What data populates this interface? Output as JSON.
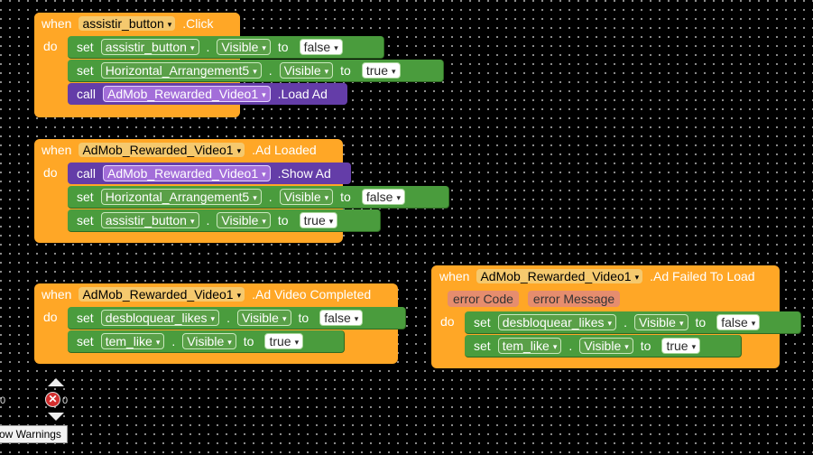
{
  "colors": {
    "event": "#ffa726",
    "setter": "#4a9c3d",
    "call": "#643da8",
    "param": "#e68d6e"
  },
  "blocks": {
    "b1": {
      "when": "when",
      "component": "assistir_button",
      "event": ".Click",
      "do": "do",
      "s1": {
        "set": "set",
        "component": "assistir_button",
        "prop": "Visible",
        "to": "to",
        "value": "false"
      },
      "s2": {
        "set": "set",
        "component": "Horizontal_Arrangement5",
        "prop": "Visible",
        "to": "to",
        "value": "true"
      },
      "s3": {
        "call": "call",
        "component": "AdMob_Rewarded_Video1",
        "method": ".Load Ad"
      }
    },
    "b2": {
      "when": "when",
      "component": "AdMob_Rewarded_Video1",
      "event": ".Ad Loaded",
      "do": "do",
      "s1": {
        "call": "call",
        "component": "AdMob_Rewarded_Video1",
        "method": ".Show Ad"
      },
      "s2": {
        "set": "set",
        "component": "Horizontal_Arrangement5",
        "prop": "Visible",
        "to": "to",
        "value": "false"
      },
      "s3": {
        "set": "set",
        "component": "assistir_button",
        "prop": "Visible",
        "to": "to",
        "value": "true"
      }
    },
    "b3": {
      "when": "when",
      "component": "AdMob_Rewarded_Video1",
      "event": ".Ad Video Completed",
      "do": "do",
      "s1": {
        "set": "set",
        "component": "desbloquear_likes",
        "prop": "Visible",
        "to": "to",
        "value": "false"
      },
      "s2": {
        "set": "set",
        "component": "tem_like",
        "prop": "Visible",
        "to": "to",
        "value": "true"
      }
    },
    "b4": {
      "when": "when",
      "component": "AdMob_Rewarded_Video1",
      "event": ".Ad Failed To Load",
      "do": "do",
      "params": [
        "error Code",
        "error Message"
      ],
      "s1": {
        "set": "set",
        "component": "desbloquear_likes",
        "prop": "Visible",
        "to": "to",
        "value": "false"
      },
      "s2": {
        "set": "set",
        "component": "tem_like",
        "prop": "Visible",
        "to": "to",
        "value": "true"
      }
    }
  },
  "warnings": {
    "warn_count": "0",
    "error_count": "0",
    "toggle_label": "ow Warnings"
  },
  "icons": {
    "dropdown": "▾",
    "error": "error-icon",
    "up": "arrow-up-icon",
    "down": "arrow-down-icon"
  }
}
